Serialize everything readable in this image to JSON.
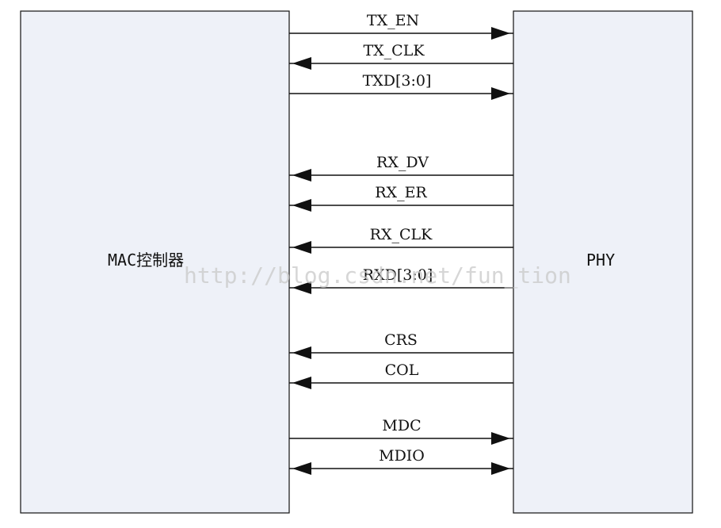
{
  "mac_block": {
    "label": "MAC控制器"
  },
  "phy_block": {
    "label": "PHY"
  },
  "signals": [
    {
      "label": "TX_EN",
      "direction": "to-phy"
    },
    {
      "label": "TX_CLK",
      "direction": "to-mac"
    },
    {
      "label": "TXD[3:0]",
      "direction": "to-phy"
    },
    {
      "label": "RX_DV",
      "direction": "to-mac"
    },
    {
      "label": "RX_ER",
      "direction": "to-mac"
    },
    {
      "label": "RX_CLK",
      "direction": "to-mac"
    },
    {
      "label": "RXD[3:0]",
      "direction": "to-mac"
    },
    {
      "label": "CRS",
      "direction": "to-mac"
    },
    {
      "label": "COL",
      "direction": "to-mac"
    },
    {
      "label": "MDC",
      "direction": "to-phy"
    },
    {
      "label": "MDIO",
      "direction": "bidirectional"
    }
  ],
  "watermark": "http://blog.csdn.net/fun_tion"
}
